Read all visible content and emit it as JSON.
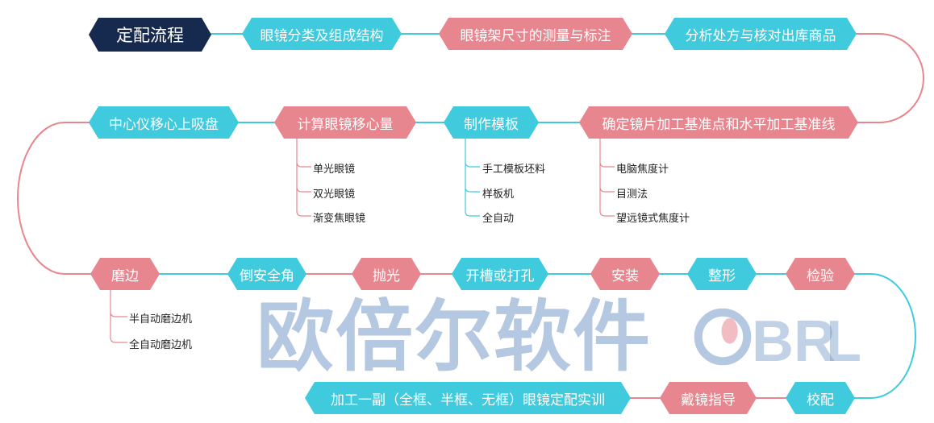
{
  "title": "定配流程",
  "row1": [
    "眼镜分类及组成结构",
    "眼镜架尺寸的测量与标注",
    "分析处方与核对出库商品"
  ],
  "row2": [
    "中心仪移心上吸盘",
    "计算眼镜移心量",
    "制作模板",
    "确定镜片加工基准点和水平加工基准线"
  ],
  "row2_subs": {
    "calc": [
      "单光眼镜",
      "双光眼镜",
      "渐变焦眼镜"
    ],
    "template": [
      "手工模板坯料",
      "样板机",
      "全自动"
    ],
    "baseline": [
      "电脑焦度计",
      "目测法",
      "望远镜式焦度计"
    ]
  },
  "row3": [
    "磨边",
    "倒安全角",
    "抛光",
    "开槽或打孔",
    "安装",
    "整形",
    "检验"
  ],
  "row3_subs": [
    "半自动磨边机",
    "全自动磨边机"
  ],
  "row4": [
    "加工一副（全框、半框、无框）眼镜定配实训",
    "戴镜指导",
    "校配"
  ],
  "watermark": {
    "text": "欧倍尔软件",
    "logo": "BRL"
  },
  "colors": {
    "cyan": "#3fcadd",
    "pink": "#e8868f",
    "navy": "#16294e"
  }
}
